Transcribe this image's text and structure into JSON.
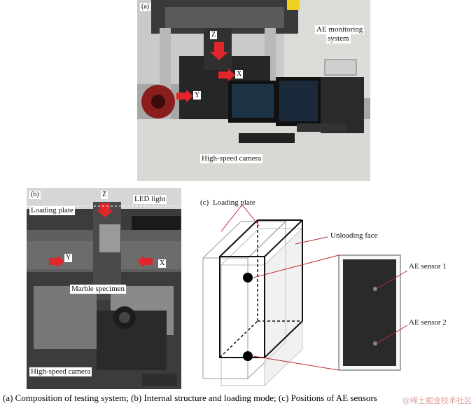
{
  "panel_a": {
    "tag": "(a)",
    "labels": {
      "ae_system_line1": "AE monitoring",
      "ae_system_line2": "system",
      "camera": "High-speed camera",
      "axis_z": "Z",
      "axis_x": "X",
      "axis_y": "Y"
    }
  },
  "panel_b": {
    "tag": "(b)",
    "labels": {
      "loading_plate": "Loading plate",
      "led_light": "LED light",
      "marble": "Marble specimen",
      "camera": "High-speed camera",
      "axis_z": "Z",
      "axis_y": "Y",
      "axis_x": "X"
    }
  },
  "panel_c": {
    "tag": "(c)",
    "labels": {
      "loading_plate": "Loading plate",
      "unloading_face": "Unloading face",
      "sensor1": "AE sensor 1",
      "sensor2": "AE sensor 2"
    }
  },
  "caption": "(a) Composition of testing system; (b) Internal structure and loading mode; (c) Positions of AE sensors",
  "watermark": "@稀土掘金技术社区",
  "colors": {
    "arrow_red": "#e0262b",
    "line_dark": "#222222"
  }
}
